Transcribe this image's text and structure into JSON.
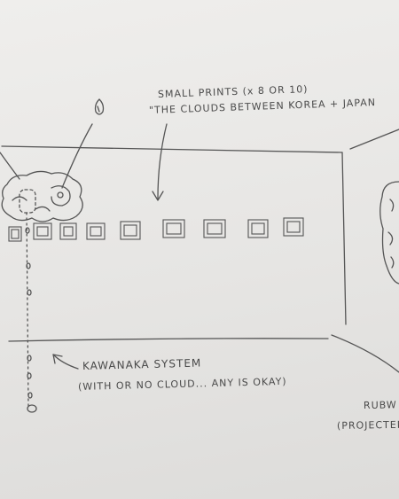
{
  "notes": {
    "prints_line1": "SMALL PRINTS (x 8 OR 10)",
    "prints_line2": "\"THE CLOUDS BETWEEN KOREA + JAPAN",
    "kawanaka_line1": "KAWANAKA SYSTEM",
    "kawanaka_line2": "(WITH OR NO CLOUD... ANY IS OKAY)",
    "rubw_line1": "RUBW",
    "rubw_line2": "(PROJECTED"
  },
  "colors": {
    "paper": "#e9e8e6",
    "pencil": "#4a4a4a"
  },
  "icons": {
    "cloud": "cloud-sketch-icon",
    "print": "print-frame-icon"
  }
}
